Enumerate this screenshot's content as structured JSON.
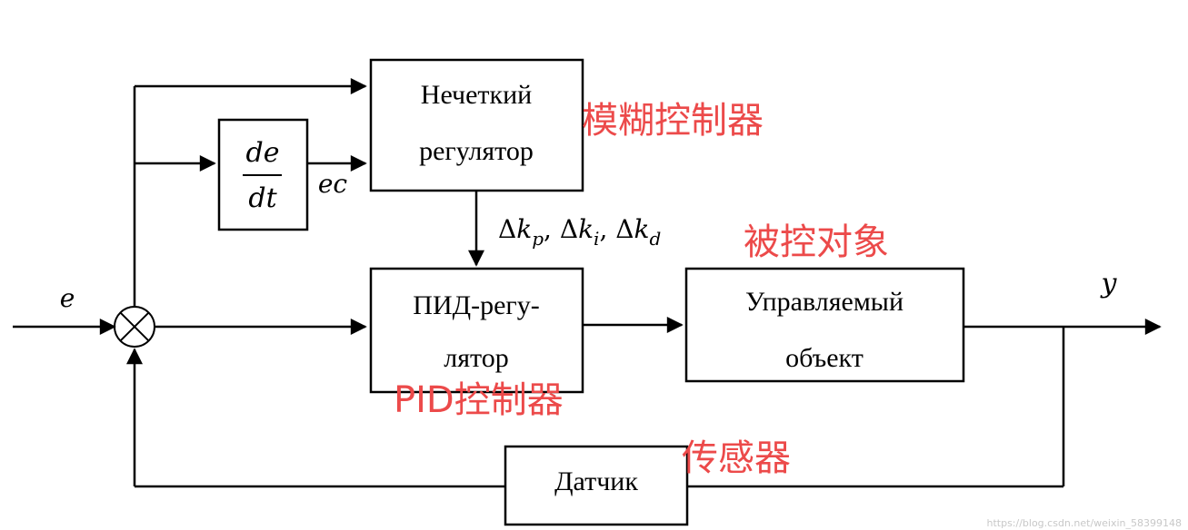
{
  "blocks": {
    "fuzzy": {
      "line1": "Нечеткий",
      "line2": "регулятор"
    },
    "derivative": {
      "numerator": "de",
      "denominator": "dt"
    },
    "pid": {
      "line1": "ПИД-регу-",
      "line2": "лятор"
    },
    "plant": {
      "line1": "Управляемый",
      "line2": "объект"
    },
    "sensor": {
      "label": "Датчик"
    }
  },
  "signals": {
    "error": "e",
    "error_rate": "ec",
    "output": "y",
    "gains": {
      "delta": "Δ",
      "k": "k",
      "p": "p",
      "i": "i",
      "d": "d",
      "sep": ", "
    }
  },
  "annotations": {
    "fuzzy_cn": "模糊控制器",
    "plant_cn": "被控对象",
    "pid_cn": "PID控制器",
    "sensor_cn": "传感器"
  },
  "watermark": "https://blog.csdn.net/weixin_58399148",
  "colors": {
    "annotation": "#ec4a4a",
    "line": "#000000"
  }
}
